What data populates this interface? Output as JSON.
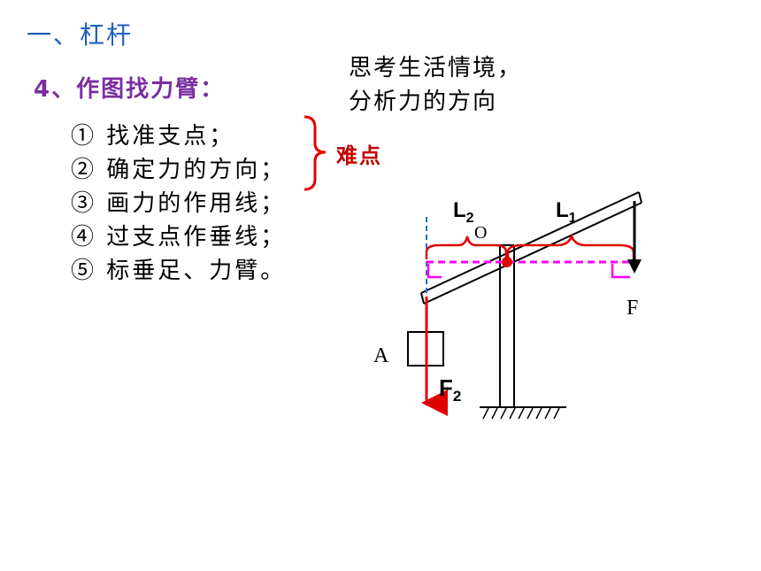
{
  "title": "一、杠杆",
  "subtitle": "4、作图找力臂：",
  "scenario": [
    "思考生活情境，",
    "分析力的方向"
  ],
  "steps": [
    "① 找准支点；",
    "② 确定力的方向；",
    "③ 画力的作用线；",
    "④ 过支点作垂线；",
    "⑤ 标垂足、力臂。"
  ],
  "difficulty_label": "难点",
  "diagram": {
    "label_L2_main": "L",
    "label_L2_sub": "2",
    "label_L1_main": "L",
    "label_L1_sub": "1",
    "label_O": "O",
    "label_F": "F",
    "label_A": "A",
    "label_F2_main": "F",
    "label_F2_sub": "2"
  },
  "colors": {
    "title": "#1f5fbf",
    "subtitle": "#7a2ea0",
    "accent_red": "#e00000",
    "dash_magenta": "#ff00ff",
    "dash_blue": "#1e6fd9"
  }
}
